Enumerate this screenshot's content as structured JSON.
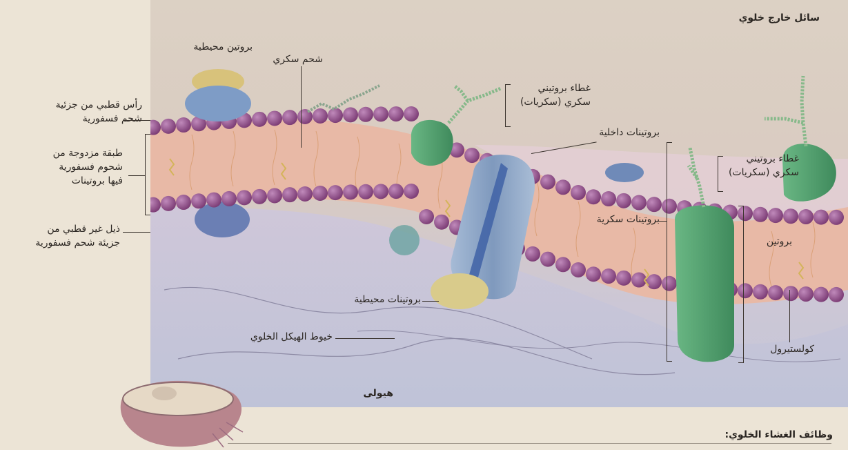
{
  "regions": {
    "extracellular": "سائل خارج خلوي",
    "cytoplasm": "هيولى"
  },
  "labels": {
    "peripheral_protein_top": "بروتين محيطية",
    "glycolipid": "شحم سكري",
    "glycoprotein_coat_1": "غطاء بروتيني\nسكري (سكريات)",
    "internal_proteins": "بروتينات داخلية",
    "glycoprotein_coat_2": "غطاء بروتيني\nسكري (سكريات)",
    "glycoproteins": "بروتينات سكرية",
    "protein": "بروتين",
    "cholesterol": "كولستيرول",
    "polar_head": "رأس قطبي من جزئية\nشحم فسفورية",
    "phospholipid_bilayer": "طبقة مزدوجة من\nشحوم فسفورية\nفيها بروتينات",
    "nonpolar_tail": "ذيل غير قطبي من\nجزيئة شحم فسفورية",
    "peripheral_proteins_bottom": "بروتينات محيطية",
    "cytoskeleton": "خيوط الهيكل الخلوي"
  },
  "footer": {
    "heading": "وظائف الغشاء الخلوي:"
  },
  "colors": {
    "heads": "#8e4d86",
    "lipid_core": "#e7b9a6",
    "channel_protein": "#8fa8c6",
    "glycoprotein": "#4e9a68",
    "peripheral": "#d7c98d",
    "cytoplasm": "#c5c6d9"
  }
}
